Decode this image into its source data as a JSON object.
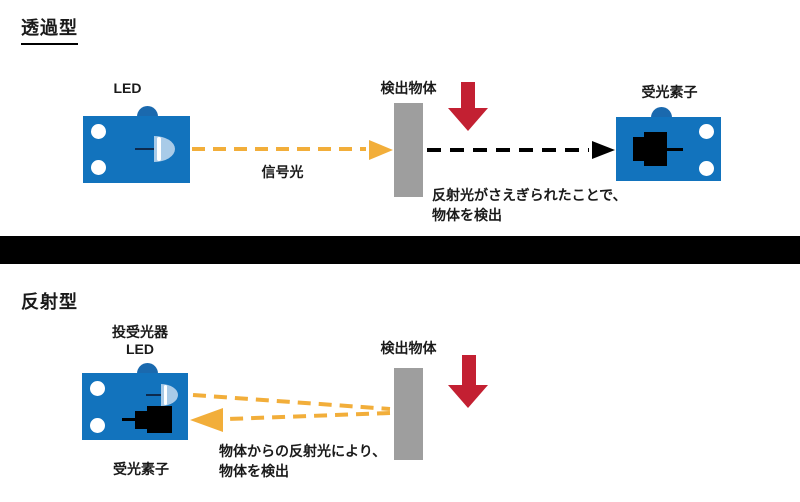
{
  "colors": {
    "sensor_blue": "#1273BD",
    "sensor_bump_blue": "#1A69AE",
    "led_light_blue": "#A9CBE8",
    "led_stem_navy": "#0D2A4D",
    "beam_yellow": "#F2AE3A",
    "arrow_red": "#C32032",
    "object_gray": "#9E9E9E",
    "divider_black": "#000000",
    "text_black": "#1A1A1A"
  },
  "sections": [
    {
      "id": "through-beam",
      "title": "透過型",
      "emitter_label": "LED",
      "beam_label": "信号光",
      "object_label": "検出物体",
      "receiver_label": "受光素子",
      "caption_line1": "反射光がさえぎられたことで、",
      "caption_line2": "物体を検出"
    },
    {
      "id": "reflective",
      "title": "反射型",
      "sensor_label_line1": "投受光器",
      "sensor_label_line2": "LED",
      "object_label": "検出物体",
      "receiver_label": "受光素子",
      "caption_line1": "物体からの反射光により、",
      "caption_line2": "物体を検出"
    }
  ]
}
